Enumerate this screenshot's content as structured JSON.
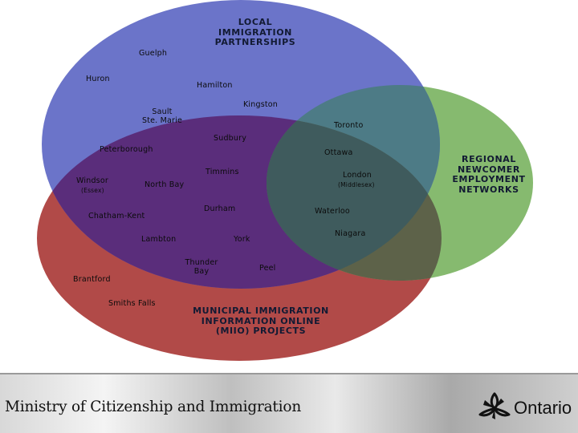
{
  "diagram": {
    "sets": {
      "lip": {
        "title": "LOCAL\nIMMIGRATION\nPARTNERSHIPS",
        "color": "#6b74c9"
      },
      "rnen": {
        "title": "REGIONAL\nNEWCOMER\nEMPLOYMENT\nNETWORKS",
        "color": "#86ba6f"
      },
      "miio": {
        "title": "MUNICIPAL  IMMIGRATION\nINFORMATION  ONLINE\n(MIIO)  PROJECTS",
        "color": "#b14a48"
      }
    },
    "places": {
      "guelph": "Guelph",
      "huron": "Huron",
      "hamilton": "Hamilton",
      "kingston": "Kingston",
      "sault": "Sault\nSte. Marie",
      "toronto": "Toronto",
      "sudbury": "Sudbury",
      "peterborough": "Peterborough",
      "ottawa": "Ottawa",
      "timmins": "Timmins",
      "windsor": "Windsor",
      "windsor_sub": "(Essex)",
      "north_bay": "North Bay",
      "london": "London",
      "london_sub": "(Middlesex)",
      "durham": "Durham",
      "waterloo": "Waterloo",
      "chatham_kent": "Chatham-Kent",
      "niagara": "Niagara",
      "lambton": "Lambton",
      "york": "York",
      "thunder_bay": "Thunder\nBay",
      "peel": "Peel",
      "brantford": "Brantford",
      "smiths_falls": "Smiths Falls"
    }
  },
  "footer": {
    "ministry": "Ministry of Citizenship and Immigration",
    "ontario": "Ontario",
    "logo_icon": "ontario-trillium-icon"
  }
}
